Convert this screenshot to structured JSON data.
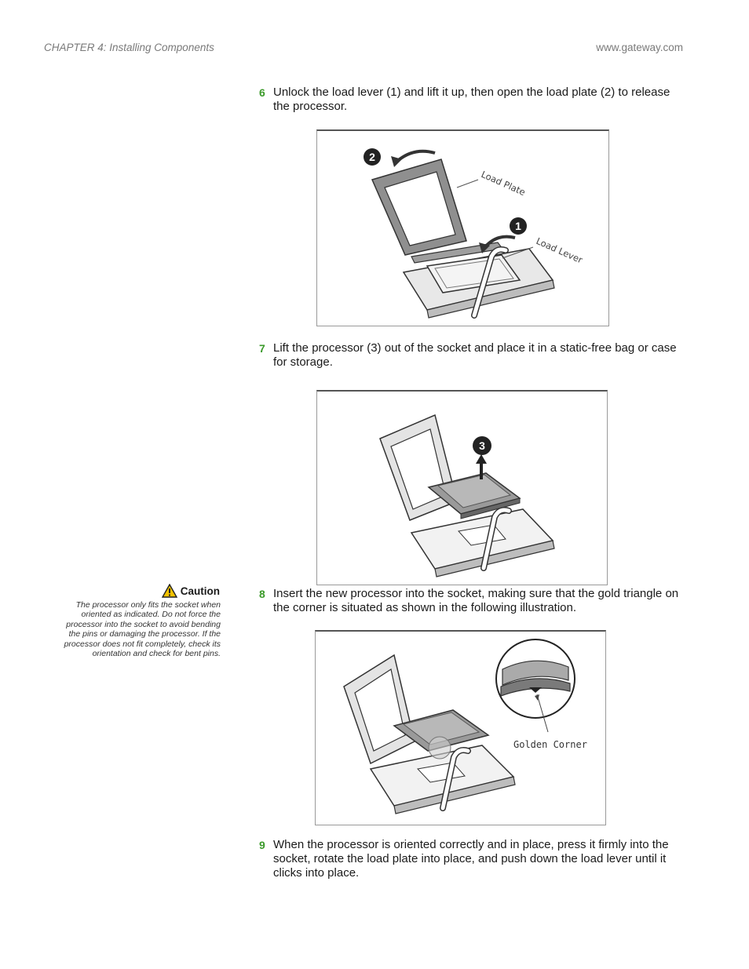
{
  "header": {
    "chapter": "CHAPTER 4: Installing Components",
    "website": "www.gateway.com"
  },
  "steps": [
    {
      "number": "6",
      "text": "Unlock the load lever (1) and lift it up, then open the load plate (2) to release the processor."
    },
    {
      "number": "7",
      "text": "Lift the processor (3) out of the socket and place it in a static-free bag or case for storage."
    },
    {
      "number": "8",
      "text": "Insert the new processor into the socket, making sure that the gold triangle on the corner is situated as shown in the following illustration."
    },
    {
      "number": "9",
      "text": "When the processor is oriented correctly and in place, press it firmly into the socket, rotate the load plate into place, and push down the load lever until it clicks into place."
    }
  ],
  "figures": {
    "fig1": {
      "label_plate": "Load Plate",
      "label_lever": "Load Lever",
      "marker_1": "1",
      "marker_2": "2"
    },
    "fig2": {
      "marker_3": "3"
    },
    "fig3": {
      "label_corner": "Golden Corner"
    }
  },
  "caution": {
    "title": "Caution",
    "icon": "warning-triangle-icon",
    "body": "The processor only fits the socket when oriented as indicated. Do not force the processor into the socket to avoid bending the pins or damaging the processor. If the processor does not fit completely, check its orientation and check for bent pins."
  },
  "colors": {
    "step_number": "#3b9a2a",
    "header_text": "#7a7a7a",
    "caution_icon": "#f2c200"
  }
}
